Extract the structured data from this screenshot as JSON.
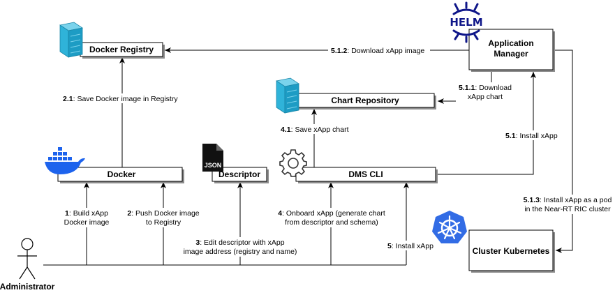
{
  "nodes": {
    "docker_registry": "Docker Registry",
    "chart_repository": "Chart Repository",
    "application_manager": [
      "Application",
      "Manager"
    ],
    "docker": "Docker",
    "descriptor": "Descriptor",
    "dms_cli": "DMS CLI",
    "cluster_kubernetes": "Cluster Kubernetes",
    "administrator": "Administrator"
  },
  "icons": {
    "helm_text": "HELM",
    "json_text": "JSON",
    "registry_color": "#2fb3d9",
    "docker_color": "#1d63ed",
    "k8s_color": "#326ce5",
    "helm_color": "#0f1689"
  },
  "edges": {
    "e_512": {
      "num": "5.1.2",
      "text": ": Download xApp image"
    },
    "e_21": {
      "num": "2.1",
      "text": ": Save Docker image in Registry"
    },
    "e_511": {
      "lines": [
        {
          "num": "5.1.1",
          "text": ": Download"
        },
        {
          "num": "",
          "text": "xApp chart"
        }
      ]
    },
    "e_41": {
      "num": "4.1",
      "text": ": Save xApp chart"
    },
    "e_51": {
      "num": "5.1",
      "text": ": Install xApp"
    },
    "e_513": {
      "lines": [
        {
          "num": "5.1.3",
          "text": ": Install xApp as a pod"
        },
        {
          "num": "",
          "text": "in the Near-RT RIC cluster"
        }
      ]
    },
    "e_1": {
      "lines": [
        {
          "num": "1",
          "text": ": Build xApp"
        },
        {
          "num": "",
          "text": "Docker image"
        }
      ]
    },
    "e_2": {
      "lines": [
        {
          "num": "2",
          "text": ": Push Docker image"
        },
        {
          "num": "",
          "text": "to Registry"
        }
      ]
    },
    "e_3": {
      "lines": [
        {
          "num": "3",
          "text": ": Edit descriptor with xApp"
        },
        {
          "num": "",
          "text": "image address (registry and name)"
        }
      ]
    },
    "e_4": {
      "lines": [
        {
          "num": "4",
          "text": ": Onboard xApp (generate chart"
        },
        {
          "num": "",
          "text": "from descriptor and schema)"
        }
      ]
    },
    "e_5": {
      "num": "5",
      "text": ": Install xApp"
    }
  }
}
